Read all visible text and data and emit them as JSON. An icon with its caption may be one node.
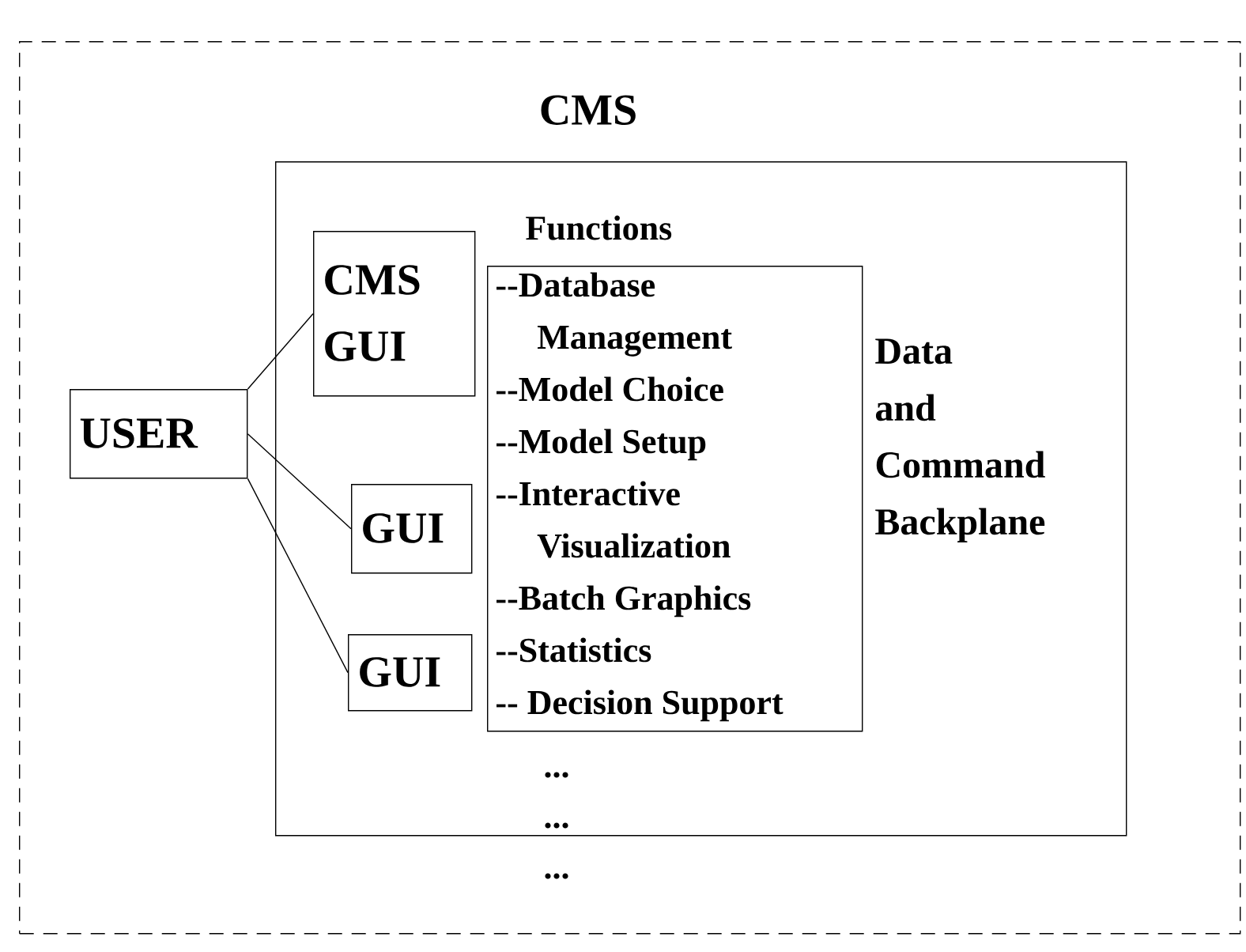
{
  "diagram": {
    "nodes": [
      {
        "text": [
          "CMS"
        ]
      },
      {
        "text": [
          "USER"
        ],
        "in": 0
      },
      {
        "text": [
          "Data and Command Backplane"
        ],
        "in": 0
      },
      {
        "text": [
          "CMS GUI"
        ],
        "in": 2
      },
      {
        "text": [
          "Functions",
          "--Database Management",
          "--Model Choice",
          "--Model Setup",
          "--Interactive Visualization",
          "--Batch Graphics",
          "--Statistics",
          "-- Decision Support"
        ],
        "in": 2
      },
      {
        "text": [
          "GUI"
        ],
        "in": 2
      },
      {
        "text": [
          "GUI"
        ],
        "in": 2
      }
    ],
    "edges": [
      {
        "from": 1,
        "to": 3,
        "arrow": "none"
      },
      {
        "from": 1,
        "to": 5,
        "arrow": "none"
      },
      {
        "from": 1,
        "to": 6,
        "arrow": "none"
      }
    ],
    "labels": [
      "...",
      "...",
      "..."
    ]
  }
}
